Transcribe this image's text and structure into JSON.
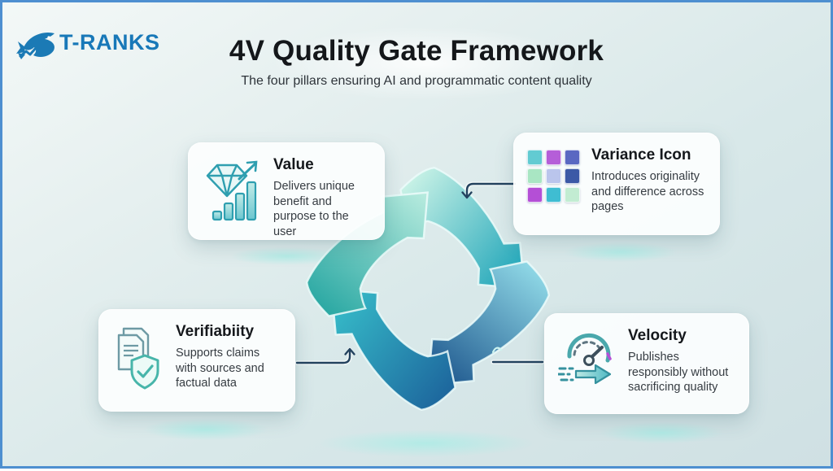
{
  "frame": {
    "border_color": "#4e8fd0",
    "background_tint": "#d8e8e9"
  },
  "logo": {
    "text": "T-RANKS",
    "color": "#1878b8",
    "icon": "shark-trend-icon"
  },
  "header": {
    "title": "4V Quality Gate Framework",
    "subtitle": "The four pillars ensuring AI and programmatic content quality"
  },
  "cards": [
    {
      "title": "Value",
      "description": "Delivers unique benefit and purpose to the user",
      "icon": "diamond-bar-chart-growth-icon"
    },
    {
      "title": "Variance Icon",
      "description": "Introduces originality and difference across pages",
      "icon": "variance-color-grid-icon",
      "grid_colors": [
        "#62cbd2",
        "#b55ed8",
        "#5a68c2",
        "#a9e6c3",
        "#bac5ec",
        "#3c59a6",
        "#b44fd6",
        "#3fbdd2",
        "#c2ecd2"
      ]
    },
    {
      "title": "Verifiabiity",
      "description": "Supports claims with sources and factual data",
      "icon": "documents-shield-check-icon"
    },
    {
      "title": "Velocity",
      "description": "Publishes responsibly without sacrificing quality",
      "icon": "speedometer-fast-arrow-icon"
    }
  ],
  "cycle": {
    "direction": "clockwise",
    "arrows": [
      {
        "position": "top",
        "from": "#c9f2e6",
        "to": "#14a0b6"
      },
      {
        "position": "right",
        "from": "#8fd8e6",
        "to": "#174f88"
      },
      {
        "position": "bottom",
        "from": "#1d669d",
        "to": "#38c2cc"
      },
      {
        "position": "left",
        "from": "#2aa8a3",
        "to": "#b9ecdf"
      }
    ],
    "connector_color": "#23425e"
  }
}
